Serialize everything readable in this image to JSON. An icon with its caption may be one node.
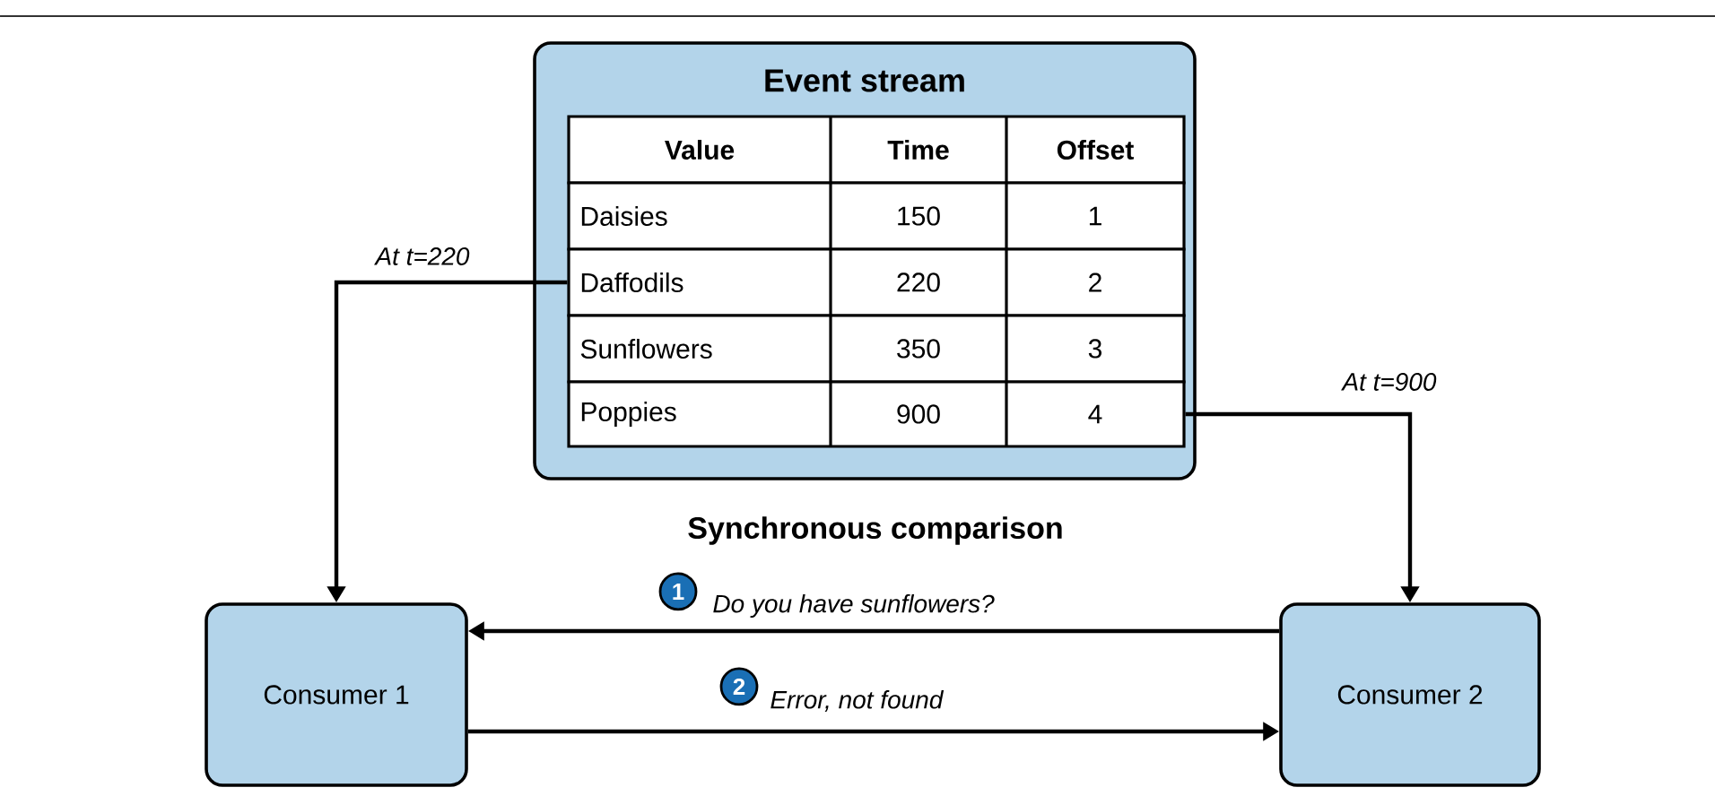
{
  "diagram": {
    "nodes": [
      {
        "text": [
          "Event stream"
        ]
      },
      {
        "text": [
          "Value",
          "Time",
          "Offset"
        ],
        "in": 0
      },
      {
        "text": [
          "Daisies",
          "150",
          "1"
        ],
        "in": 0
      },
      {
        "text": [
          "Daffodils",
          "220",
          "2"
        ],
        "in": 0
      },
      {
        "text": [
          "Sunflowers",
          "350",
          "3"
        ],
        "in": 0
      },
      {
        "text": [
          "Poppies",
          "900",
          "4"
        ],
        "in": 0
      },
      {
        "text": [
          "Consumer 1"
        ]
      },
      {
        "text": [
          "Consumer 2"
        ]
      }
    ],
    "edges": [
      {
        "from": 3,
        "to": 6,
        "arrow": "to",
        "label": "At t=220"
      },
      {
        "from": 5,
        "to": 7,
        "arrow": "to",
        "label": "At t=900"
      },
      {
        "from": 7,
        "to": 6,
        "arrow": "to",
        "label": "Do you have sunflowers?"
      },
      {
        "from": 6,
        "to": 7,
        "arrow": "to",
        "label": "Error, not found"
      }
    ],
    "labels": [
      "Synchronous comparison",
      "1",
      "2"
    ]
  }
}
